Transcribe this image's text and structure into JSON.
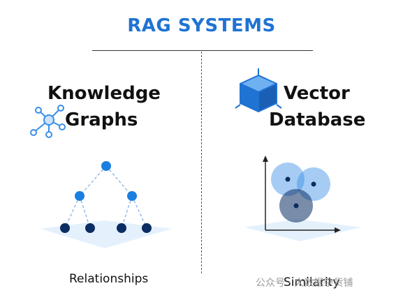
{
  "title": "RAG SYSTEMS",
  "left": {
    "heading_line1": "Knowledge",
    "heading_line2": "Graphs",
    "caption": "Relationships"
  },
  "right": {
    "heading_line1": "Vector",
    "heading_line2": "Database",
    "caption": "Similarity"
  },
  "watermark": "公众号 · 大数据杂货铺",
  "colors": {
    "accent": "#1f73d3",
    "dark_node": "#0b2d63",
    "mid_node": "#1b7fe0",
    "platform": "#e4f1fd"
  }
}
